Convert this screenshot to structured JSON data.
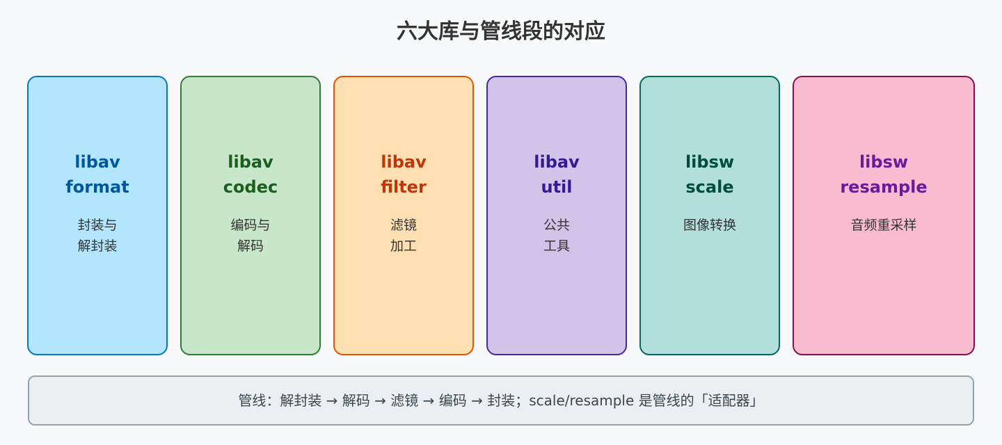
{
  "title": "六大库与管线段的对应",
  "libraries": [
    {
      "name_line1": "libav",
      "name_line2": "format",
      "desc_line1": "封装与",
      "desc_line2": "解封装",
      "fill": "#b3e5fc",
      "border": "#0277bd",
      "text": "#01579b"
    },
    {
      "name_line1": "libav",
      "name_line2": "codec",
      "desc_line1": "编码与",
      "desc_line2": "解码",
      "fill": "#c8e6c9",
      "border": "#2e7d32",
      "text": "#1b5e20"
    },
    {
      "name_line1": "libav",
      "name_line2": "filter",
      "desc_line1": "滤镜",
      "desc_line2": "加工",
      "fill": "#ffe0b2",
      "border": "#e65100",
      "text": "#bf360c"
    },
    {
      "name_line1": "libav",
      "name_line2": "util",
      "desc_line1": "公共",
      "desc_line2": "工具",
      "fill": "#d1c4e9",
      "border": "#4527a0",
      "text": "#311b92"
    },
    {
      "name_line1": "libsw",
      "name_line2": "scale",
      "desc_line1": "图像转换",
      "desc_line2": "",
      "fill": "#b2dfdb",
      "border": "#00695c",
      "text": "#004d40"
    },
    {
      "name_line1": "libsw",
      "name_line2": "resample",
      "desc_line1": "音频重采样",
      "desc_line2": "",
      "fill": "#f8bbd0",
      "border": "#880e4f",
      "text": "#6a1b9a"
    }
  ],
  "footer": "管线：解封装 → 解码 → 滤镜 → 编码 → 封装；scale/resample 是管线的「适配器」"
}
